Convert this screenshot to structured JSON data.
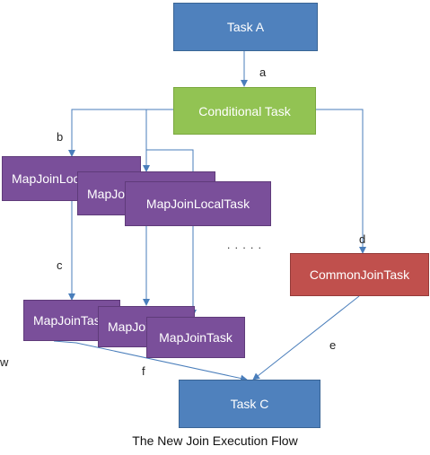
{
  "nodes": {
    "task_a": "Task A",
    "conditional": "Conditional Task",
    "local_1": "MapJoinLocalTask",
    "local_2": "MapJoinLocalTask",
    "local_3": "MapJoinLocalTask",
    "map_1": "MapJoinTask",
    "map_2": "MapJoinTask",
    "map_3": "MapJoinTask",
    "common": "CommonJoinTask",
    "task_c": "Task C"
  },
  "edge_labels": {
    "a": "a",
    "b": "b",
    "c": "c",
    "d": "d",
    "e": "e",
    "f": "f"
  },
  "ellipsis": ". . . . .",
  "edge_fragment": "w",
  "caption": "The New Join Execution Flow",
  "colors": {
    "task": "#4f81bd",
    "conditional": "#92c353",
    "map_join": "#7a4f9a",
    "common_join": "#c0504d",
    "edge": "#4a7ebb"
  }
}
